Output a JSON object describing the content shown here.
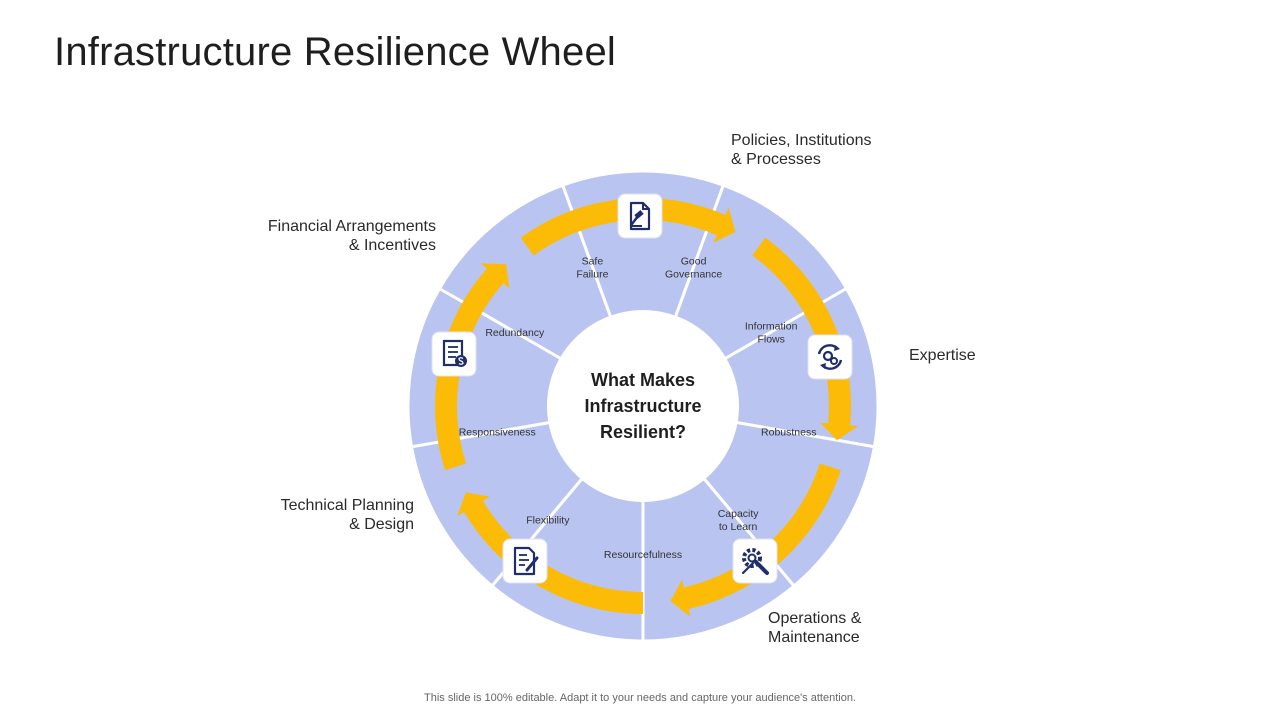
{
  "title": "Infrastructure Resilience Wheel",
  "center": {
    "lines": [
      "What Makes",
      "Infrastructure",
      "Resilient?"
    ]
  },
  "segments": [
    {
      "lines": [
        "Good",
        "Governance"
      ]
    },
    {
      "lines": [
        "Information",
        "Flows"
      ]
    },
    {
      "lines": [
        "Robustness"
      ]
    },
    {
      "lines": [
        "Capacity",
        "to Learn"
      ]
    },
    {
      "lines": [
        "Resourcefulness"
      ]
    },
    {
      "lines": [
        "Flexibility"
      ]
    },
    {
      "lines": [
        "Responsiveness"
      ]
    },
    {
      "lines": [
        "Redundancy"
      ]
    },
    {
      "lines": [
        "Safe",
        "Failure"
      ]
    }
  ],
  "outer_labels": {
    "policies": "Policies, Institutions\n& Processes",
    "expertise": "Expertise",
    "operations": "Operations &\nMaintenance",
    "technical": "Technical Planning\n& Design",
    "financial": "Financial Arrangements\n& Incentives"
  },
  "icons": {
    "policies": "law-document-icon",
    "expertise": "gear-cycle-icon",
    "operations": "wrench-gear-icon",
    "technical": "document-edit-icon",
    "financial": "financial-document-icon"
  },
  "footer": "This slide is 100% editable. Adapt it to your needs and capture your audience's attention.",
  "colors": {
    "ring": "#b9c4f1",
    "arrow": "#fbbb07",
    "icon": "#1f2d6b",
    "center": "#ffffff"
  }
}
